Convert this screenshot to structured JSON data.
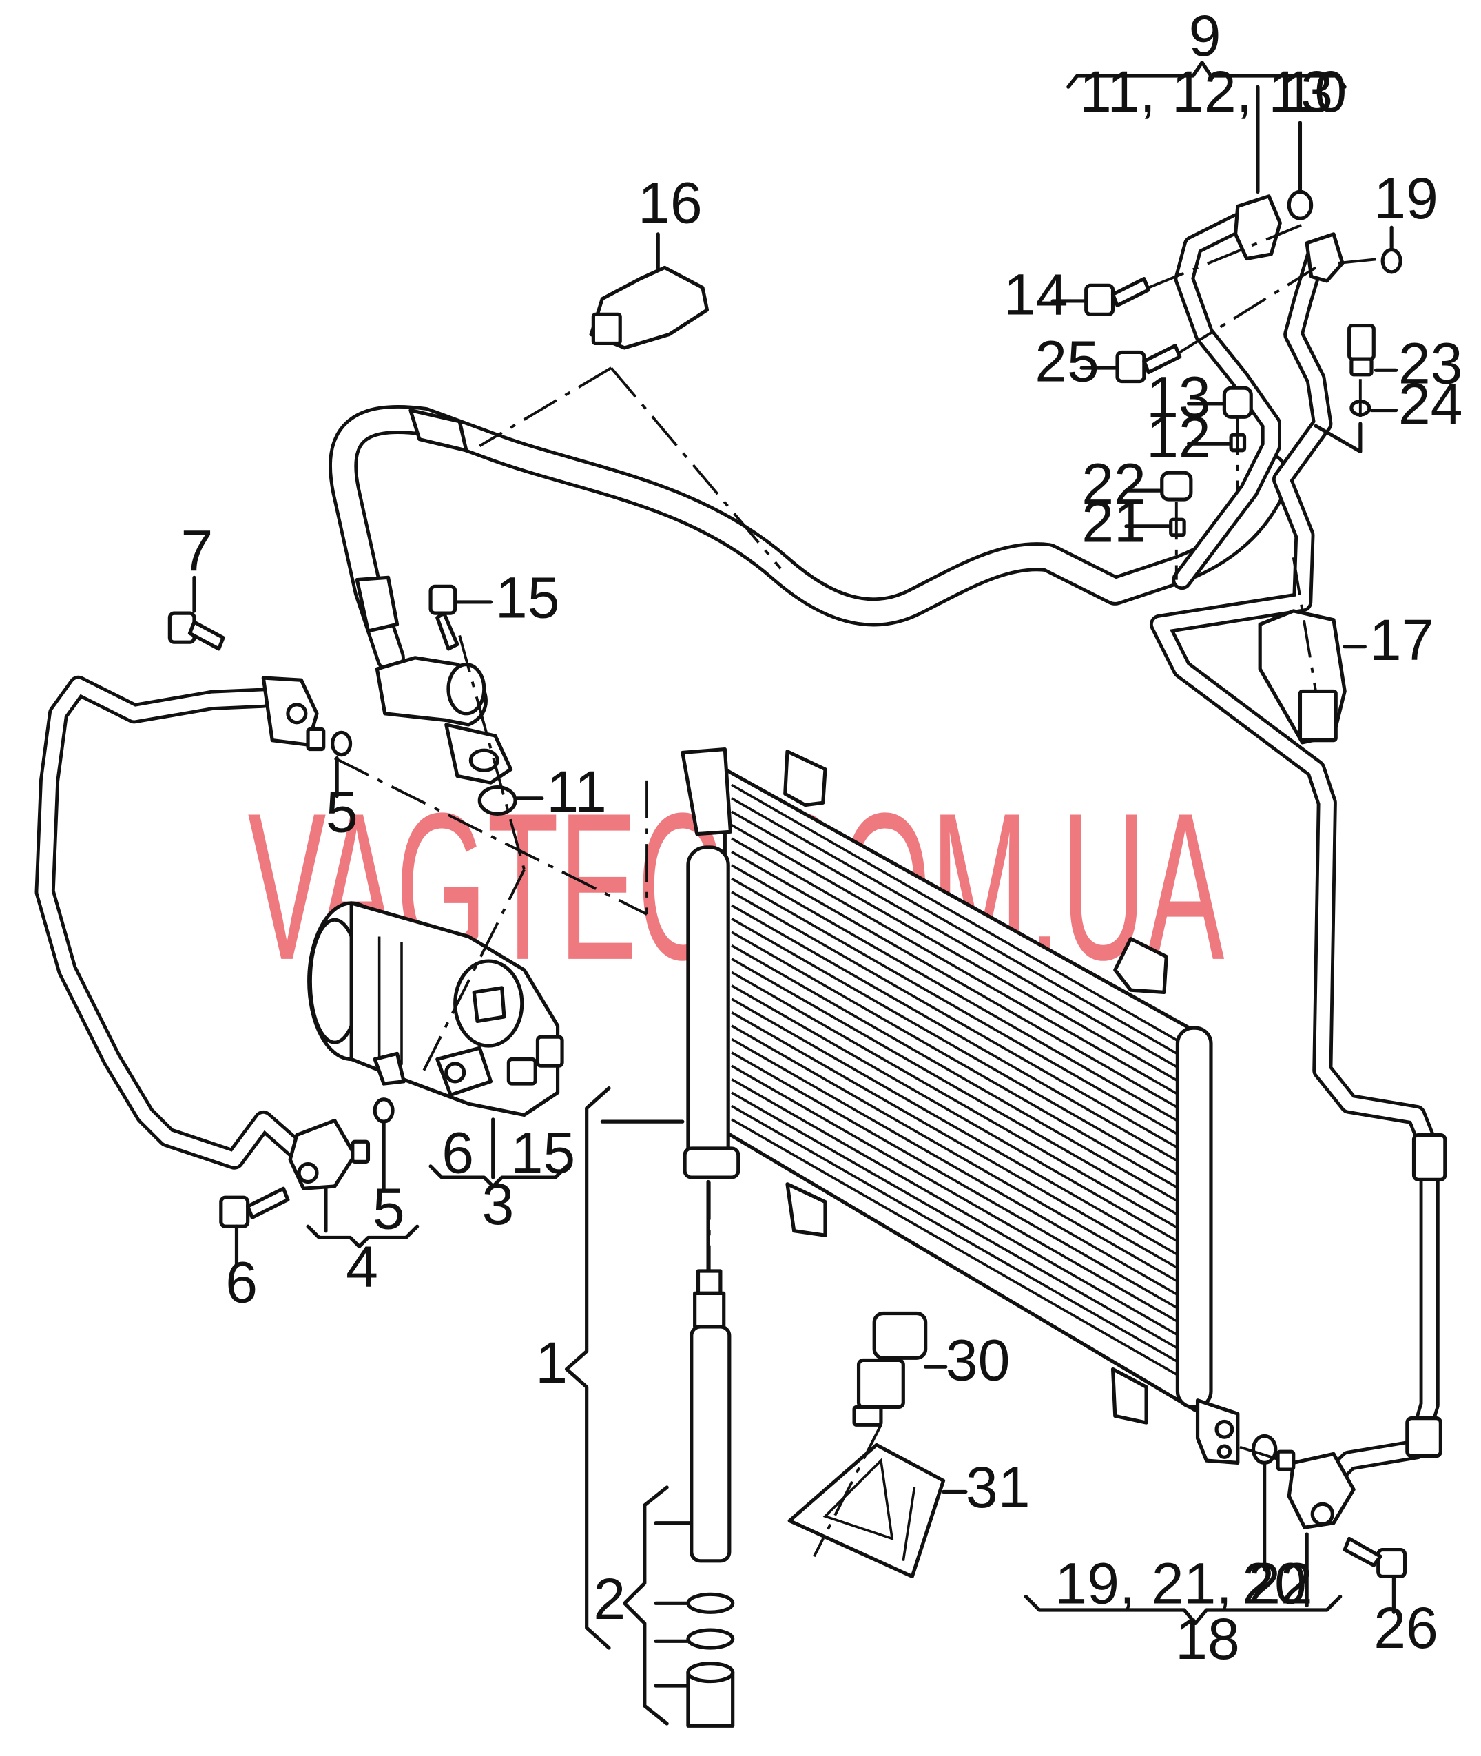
{
  "watermark": "VAGTEC.COM.UA",
  "watermark_color": "#e8474f",
  "callouts": {
    "c1": "1",
    "c2": "2",
    "c3": "3",
    "c4": "4",
    "c5a": "5",
    "c5b": "5",
    "c6a": "6",
    "c6b": "6",
    "c7": "7",
    "c9": "9",
    "c10": "10",
    "c11": "11",
    "c11_12_13": "11, 12, 13",
    "c12": "12",
    "c13": "13",
    "c14": "14",
    "c15a": "15",
    "c15b": "15",
    "c16": "16",
    "c17": "17",
    "c18": "18",
    "c19a": "19",
    "c19_21_22": "19, 21, 22",
    "c20": "20",
    "c21": "21",
    "c22": "22",
    "c23": "23",
    "c24": "24",
    "c25": "25",
    "c26": "26",
    "c30": "30",
    "c31": "31"
  }
}
